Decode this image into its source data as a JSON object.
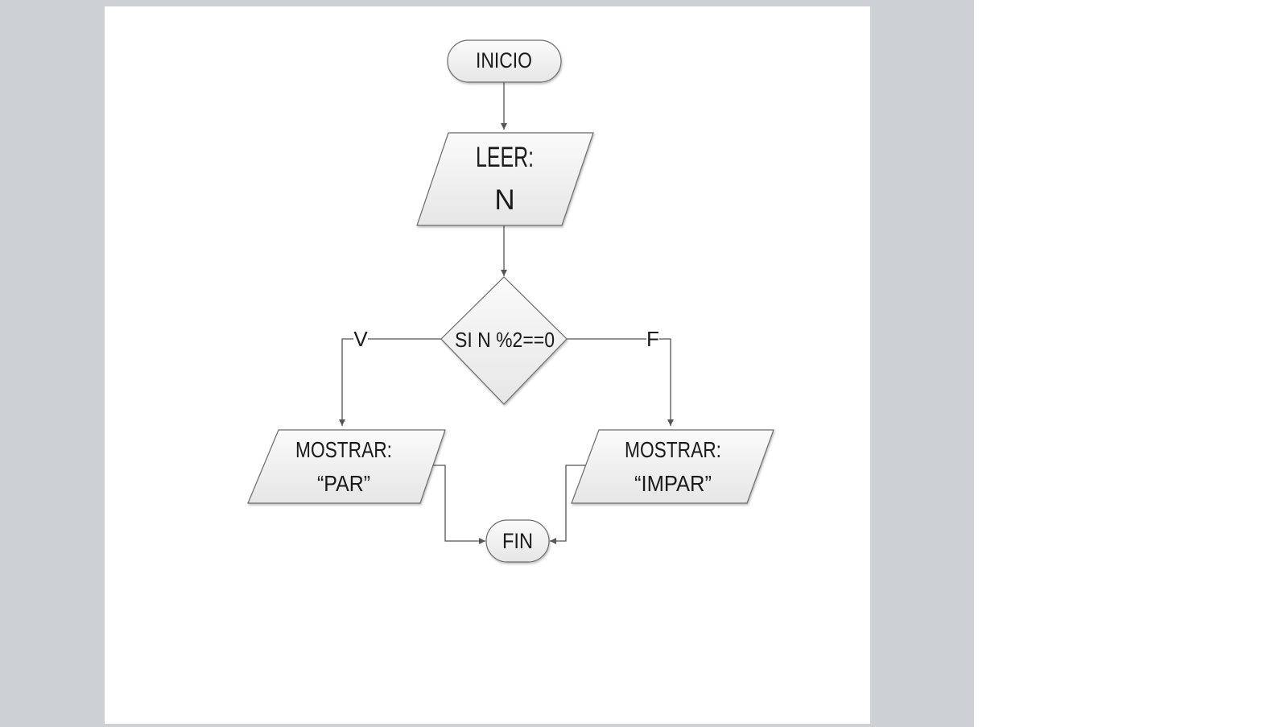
{
  "flowchart": {
    "start": "INICIO",
    "input": {
      "line1": "LEER:",
      "line2": "N"
    },
    "decision": "SI N %2==0",
    "branch_true_label": "V",
    "branch_false_label": "F",
    "output_true": {
      "line1": "MOSTRAR:",
      "line2": "“PAR”"
    },
    "output_false": {
      "line1": "MOSTRAR:",
      "line2": "“IMPAR”"
    },
    "end": "FIN"
  },
  "colors": {
    "viewer_background": "#cdd0d5",
    "page_background": "#ffffff",
    "shape_fill": "#f2f2f2",
    "shape_stroke": "#6b6b6b",
    "connector": "#555555"
  }
}
